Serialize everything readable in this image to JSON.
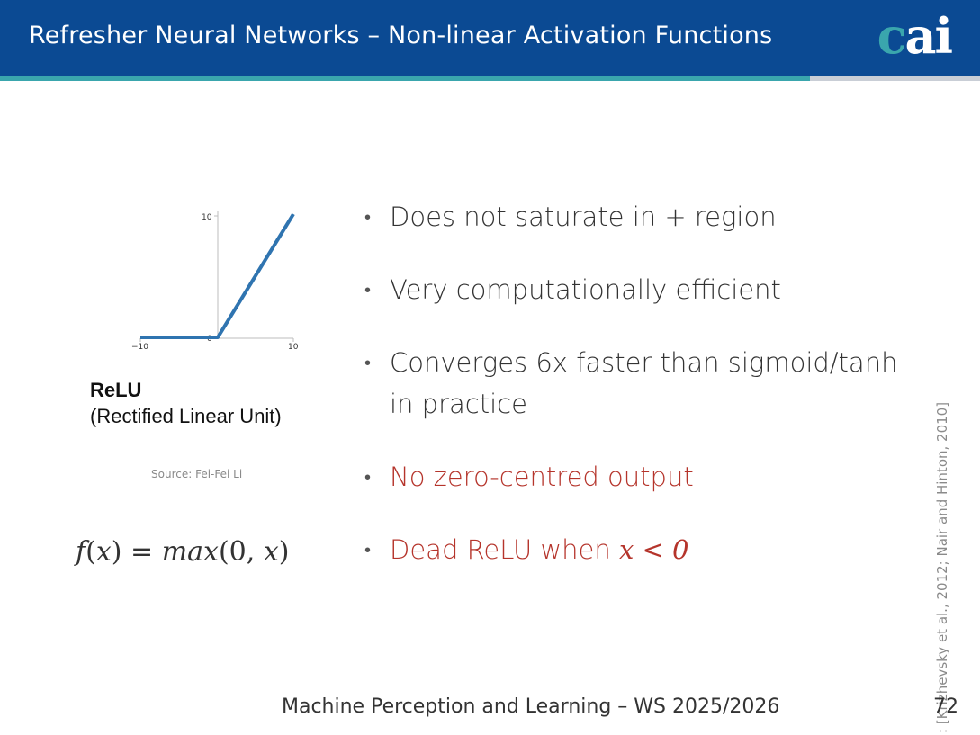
{
  "header": {
    "title": "Refresher Neural Networks – Non-linear Activation Functions",
    "logo_c": "c",
    "logo_ai": "ai",
    "bg_color": "#0b4a93",
    "accent_color": "#3aa6ad"
  },
  "figure": {
    "ytick_top": "10",
    "xtick_left": "−10",
    "xtick_right": "10",
    "origin_label": "0",
    "title": "ReLU",
    "subtitle": "(Rectified Linear Unit)",
    "source": "Source: Fei-Fei Li",
    "line_color": "#2f74b0"
  },
  "formula": {
    "f": "f",
    "x": "x",
    "eq": "=",
    "max": "max",
    "args_open": "(0, ",
    "x2": "x",
    "close": ")"
  },
  "bullets": {
    "b1": "Does not saturate in + region",
    "b2": "Very computationally efficient",
    "b3": "Converges 6x faster than sigmoid/tanh in practice",
    "b4": "No zero-centred output",
    "b5_text": "Dead ReLU when ",
    "b5_math": "x < 0",
    "bullet_glyph": "•",
    "red_color": "#b5342b"
  },
  "side_reference": ": [Krizhevsky et al., 2012; Nair and Hinton, 2010]",
  "footer": {
    "course": "Machine Perception and Learning – WS 2025/2026",
    "page": "72"
  }
}
